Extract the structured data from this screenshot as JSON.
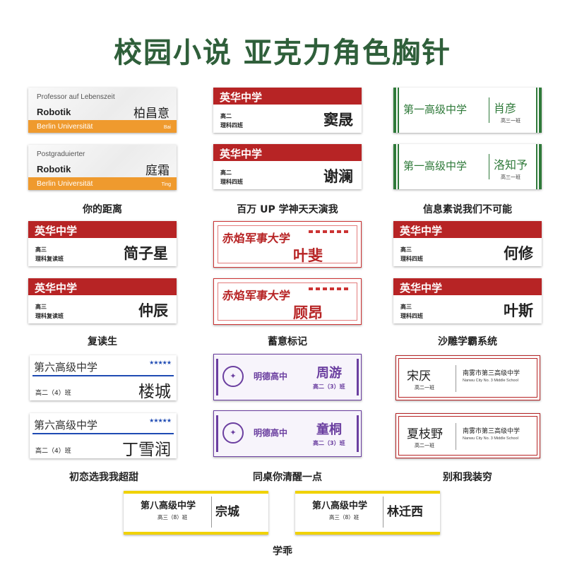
{
  "title": "校园小说 亚克力角色胸针",
  "berlin": {
    "dept": "Robotik",
    "uni": "Berlin Universität",
    "cards": [
      {
        "role": "Professor auf Lebenszeit",
        "name": "柏昌意",
        "py": "Bai"
      },
      {
        "role": "Postgraduierter",
        "name": "庭霜",
        "py": "Ting"
      }
    ],
    "caption": "你的距离"
  },
  "yinghua_top": {
    "school": "英华中学",
    "grade": "高二",
    "cls": "理科四班",
    "names": [
      "窦晟",
      "谢澜"
    ],
    "caption": "百万 UP 学神天天演我"
  },
  "green": {
    "school": "第一高级中学",
    "cls": "高三一班",
    "names": [
      "肖彦",
      "洛知予"
    ],
    "caption": "信息素说我们不可能"
  },
  "yinghua_left": {
    "school": "英华中学",
    "grade": "高三",
    "cls": "理科复读班",
    "names": [
      "简子星",
      "仲辰"
    ],
    "caption": "复读生"
  },
  "chiyan": {
    "school": "赤焰军事大学",
    "names": [
      "叶斐",
      "顾昂"
    ],
    "caption": "蓄意标记"
  },
  "yinghua_right": {
    "school": "英华中学",
    "grade": "高三",
    "cls": "理科四班",
    "names": [
      "何修",
      "叶斯"
    ],
    "caption": "沙雕学霸系统"
  },
  "blue": {
    "school": "第六高级中学",
    "stars": "★★★★★",
    "cls": "高二（4）班",
    "names": [
      "楼城",
      "丁雪润"
    ],
    "caption": "初恋选我我超甜"
  },
  "purple": {
    "school": "明德高中",
    "cls": "高二（3）班",
    "names": [
      "周游",
      "童桐"
    ],
    "caption": "同桌你清醒一点"
  },
  "nanwu": {
    "school": "南雾市第三高级中学",
    "en": "Nanwu City No. 3 Middle School",
    "cls": "高二一班",
    "names": [
      "宋厌",
      "夏枝野"
    ],
    "caption": "别和我装穷"
  },
  "yellow": {
    "school": "第八高级中学",
    "cls": "高三（8）班",
    "names": [
      "宗城",
      "林迁西"
    ],
    "caption": "学乖"
  }
}
